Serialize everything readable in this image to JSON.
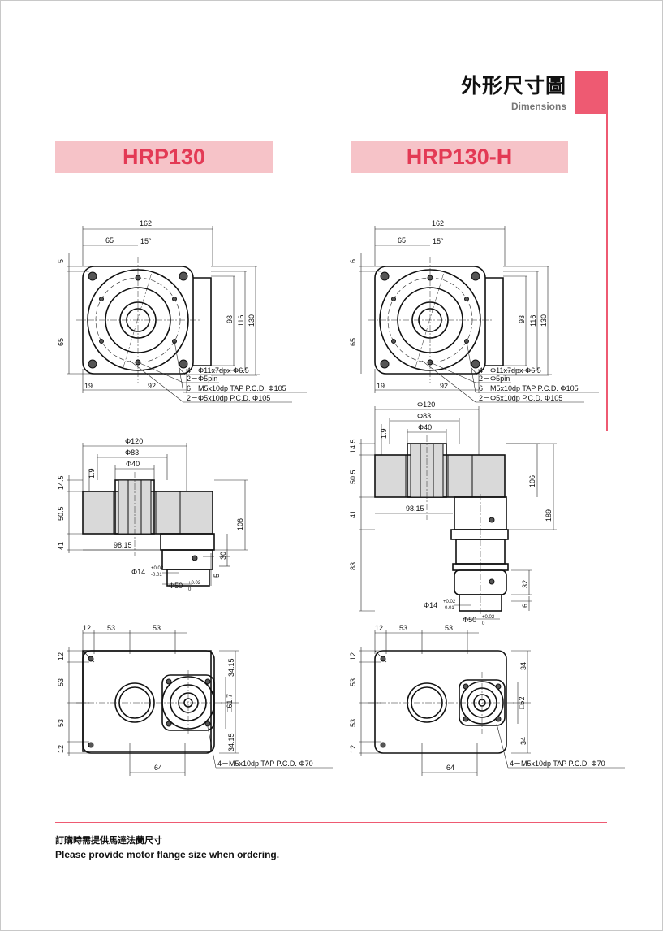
{
  "header": {
    "title_cn": "外形尺寸圖",
    "title_en": "Dimensions"
  },
  "models": [
    "HRP130",
    "HRP130-H"
  ],
  "dims": {
    "d162": "162",
    "d65": "65",
    "d15": "15°",
    "d5": "5",
    "d6": "6",
    "d65v": "65",
    "d93": "93",
    "d116": "116",
    "d130": "130",
    "d19": "19",
    "d92": "92",
    "phi120": "Φ120",
    "phi83": "Φ83",
    "phi40": "Φ40",
    "d14_5": "14.5",
    "d50_5": "50.5",
    "d41": "41",
    "d1_9": "1.9",
    "d98_15": "98.15",
    "d106": "106",
    "d30": "30",
    "d5b": "5",
    "d83": "83",
    "d189": "189",
    "d32": "32",
    "d6b": "6",
    "phi14": "Φ14",
    "tol14": "+0.02",
    "tol14b": "-0.01",
    "phi50": "Φ50",
    "tol50": "+0.02",
    "tol50b": "0",
    "d12": "12",
    "d53": "53",
    "d64": "64",
    "d34_15": "34.15",
    "sq61_7": "□61.7",
    "d34": "34",
    "sq52": "□52"
  },
  "notes": {
    "n1": "4－Φ11x7dpx Φ6.5",
    "n2": "2－Φ5pin",
    "n3": "6－M5x10dp TAP P.C.D. Φ105",
    "n4": "2－Φ5x10dp P.C.D. Φ105",
    "n5": "4－M5x10dp TAP P.C.D. Φ70"
  },
  "footer": {
    "cn": "訂購時需提供馬達法蘭尺寸",
    "en": "Please provide motor flange size when ordering."
  }
}
